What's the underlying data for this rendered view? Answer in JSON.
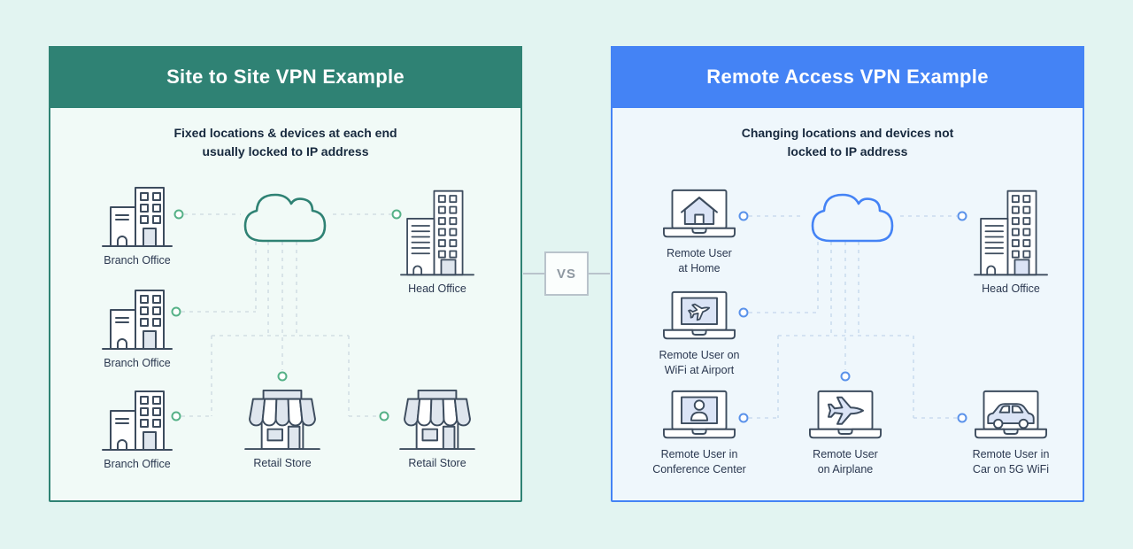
{
  "page": {
    "background": "#e2f4f1"
  },
  "vs_divider": {
    "label": "VS"
  },
  "left_panel": {
    "title": "Site to Site VPN Example",
    "subtitle": [
      "Fixed locations & devices at each end",
      "usually locked to IP address"
    ],
    "accent_color": "#2f8274",
    "hub_icon": "internet-cloud",
    "nodes": [
      {
        "id": "branch-office-1",
        "icon": "branch-office-building",
        "label": "Branch Office"
      },
      {
        "id": "branch-office-2",
        "icon": "branch-office-building",
        "label": "Branch Office"
      },
      {
        "id": "branch-office-3",
        "icon": "branch-office-building",
        "label": "Branch Office"
      },
      {
        "id": "head-office",
        "icon": "head-office-building",
        "label": "Head Office"
      },
      {
        "id": "retail-store-1",
        "icon": "retail-storefront",
        "label": "Retail Store"
      },
      {
        "id": "retail-store-2",
        "icon": "retail-storefront",
        "label": "Retail Store"
      }
    ]
  },
  "right_panel": {
    "title": "Remote Access VPN Example",
    "subtitle": [
      "Changing locations and devices not",
      "locked to IP address"
    ],
    "accent_color": "#4483f5",
    "hub_icon": "internet-cloud",
    "nodes": [
      {
        "id": "remote-user-home",
        "icon": "laptop-house",
        "label": [
          "Remote User",
          "at Home"
        ]
      },
      {
        "id": "remote-user-airport",
        "icon": "laptop-airplane",
        "label": [
          "Remote User on",
          "WiFi at Airport"
        ]
      },
      {
        "id": "remote-user-conference",
        "icon": "laptop-person",
        "label": [
          "Remote User in",
          "Conference Center"
        ]
      },
      {
        "id": "remote-user-airplane",
        "icon": "laptop-airplane-large",
        "label": [
          "Remote User",
          "on Airplane"
        ]
      },
      {
        "id": "remote-user-car",
        "icon": "laptop-car",
        "label": [
          "Remote User in",
          "Car on 5G WiFi"
        ]
      },
      {
        "id": "head-office",
        "icon": "head-office-building",
        "label": [
          "Head Office"
        ]
      }
    ]
  }
}
